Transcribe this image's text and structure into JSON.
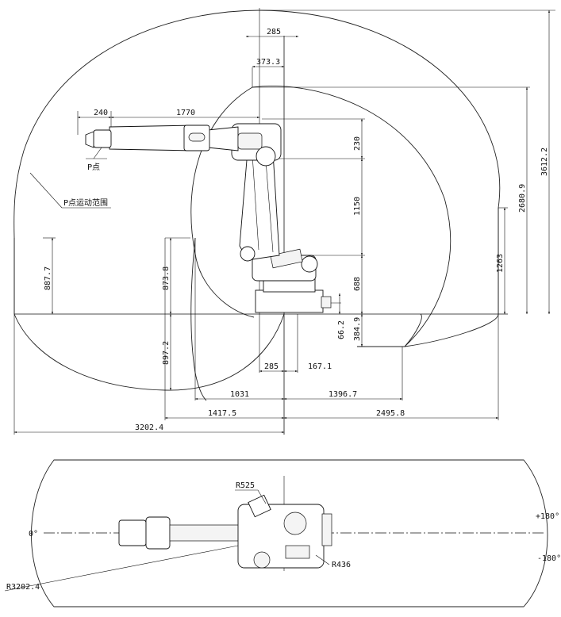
{
  "side_view": {
    "dimensions": {
      "top_offset": "285",
      "arm_offset": "373.3",
      "wrist_length": "240",
      "arm_length": "1770",
      "upper_arm_height": "1150",
      "wrist_height": "230",
      "base_height": "688",
      "base_plate": "66.2",
      "below_base": "384.9",
      "max_height": "3612.2",
      "height_2680": "2680.9",
      "height_1263": "1263",
      "left_887": "887.7",
      "inner_873": "873.8",
      "inner_897": "897.2",
      "bottom_285": "285",
      "bottom_167": "167.1",
      "reach_1031": "1031",
      "reach_1396": "1396.7",
      "reach_1417": "1417.5",
      "reach_2495": "2495.8",
      "reach_3202": "3202.4"
    },
    "labels": {
      "p_point": "P点",
      "p_range": "P点运动范围"
    }
  },
  "top_view": {
    "radius_outer": "R3202.4",
    "radius_525": "R525",
    "radius_436": "R436",
    "angle_zero": "0°",
    "angle_pos": "+180°",
    "angle_neg": "-180°"
  }
}
